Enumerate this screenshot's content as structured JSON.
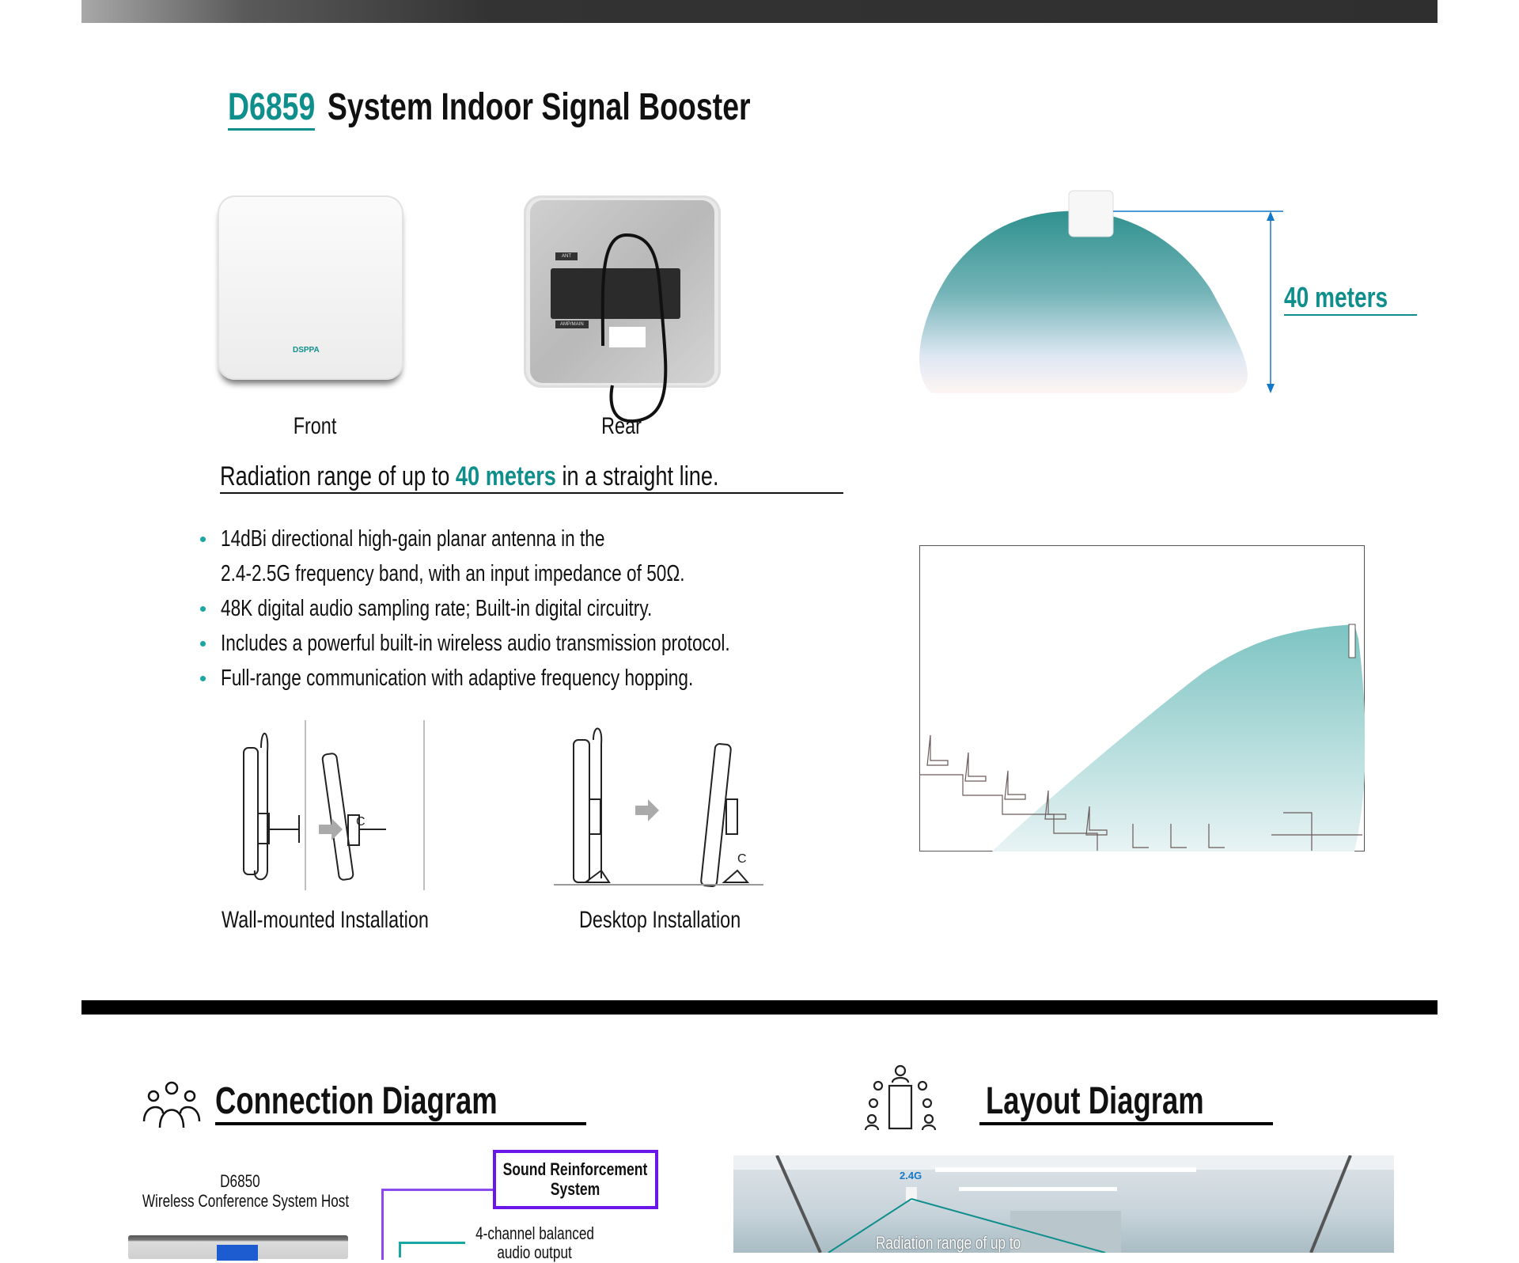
{
  "header": {
    "model": "D6859",
    "title": "System Indoor Signal Booster"
  },
  "product_views": {
    "front_label": "Front",
    "rear_label": "Rear",
    "logo_text": "DSPPA",
    "rear_ports": [
      "ANT",
      "AMP/MAIN"
    ]
  },
  "radiation": {
    "prefix": "Radiation range of up to ",
    "highlight": "40 meters",
    "suffix": " in a straight line."
  },
  "features": [
    "14dBi directional high-gain planar antenna in the",
    "2.4-2.5G frequency band, with an input impedance of 50Ω.",
    "48K digital audio sampling rate; Built-in digital circuitry.",
    "Includes a powerful built-in wireless audio transmission protocol.",
    "Full-range communication with adaptive frequency hopping."
  ],
  "installation": {
    "wall_label": "Wall-mounted  Installation",
    "desktop_label": "Desktop Installation",
    "callout": "C"
  },
  "coverage": {
    "distance_label": "40 meters"
  },
  "colors": {
    "accent": "#0f8f8c",
    "purple": "#6b16e8",
    "arrow_blue": "#1478c8"
  },
  "connection": {
    "title": "Connection Diagram",
    "host_model": "D6850",
    "host_name": "Wireless Conference System Host",
    "sound_box": "Sound Reinforcement System",
    "output_line1": "4-channel balanced",
    "output_line2": "audio output"
  },
  "layout": {
    "title": "Layout Diagram",
    "badge": "2.4G",
    "photo_text": "Radiation range of up to"
  }
}
